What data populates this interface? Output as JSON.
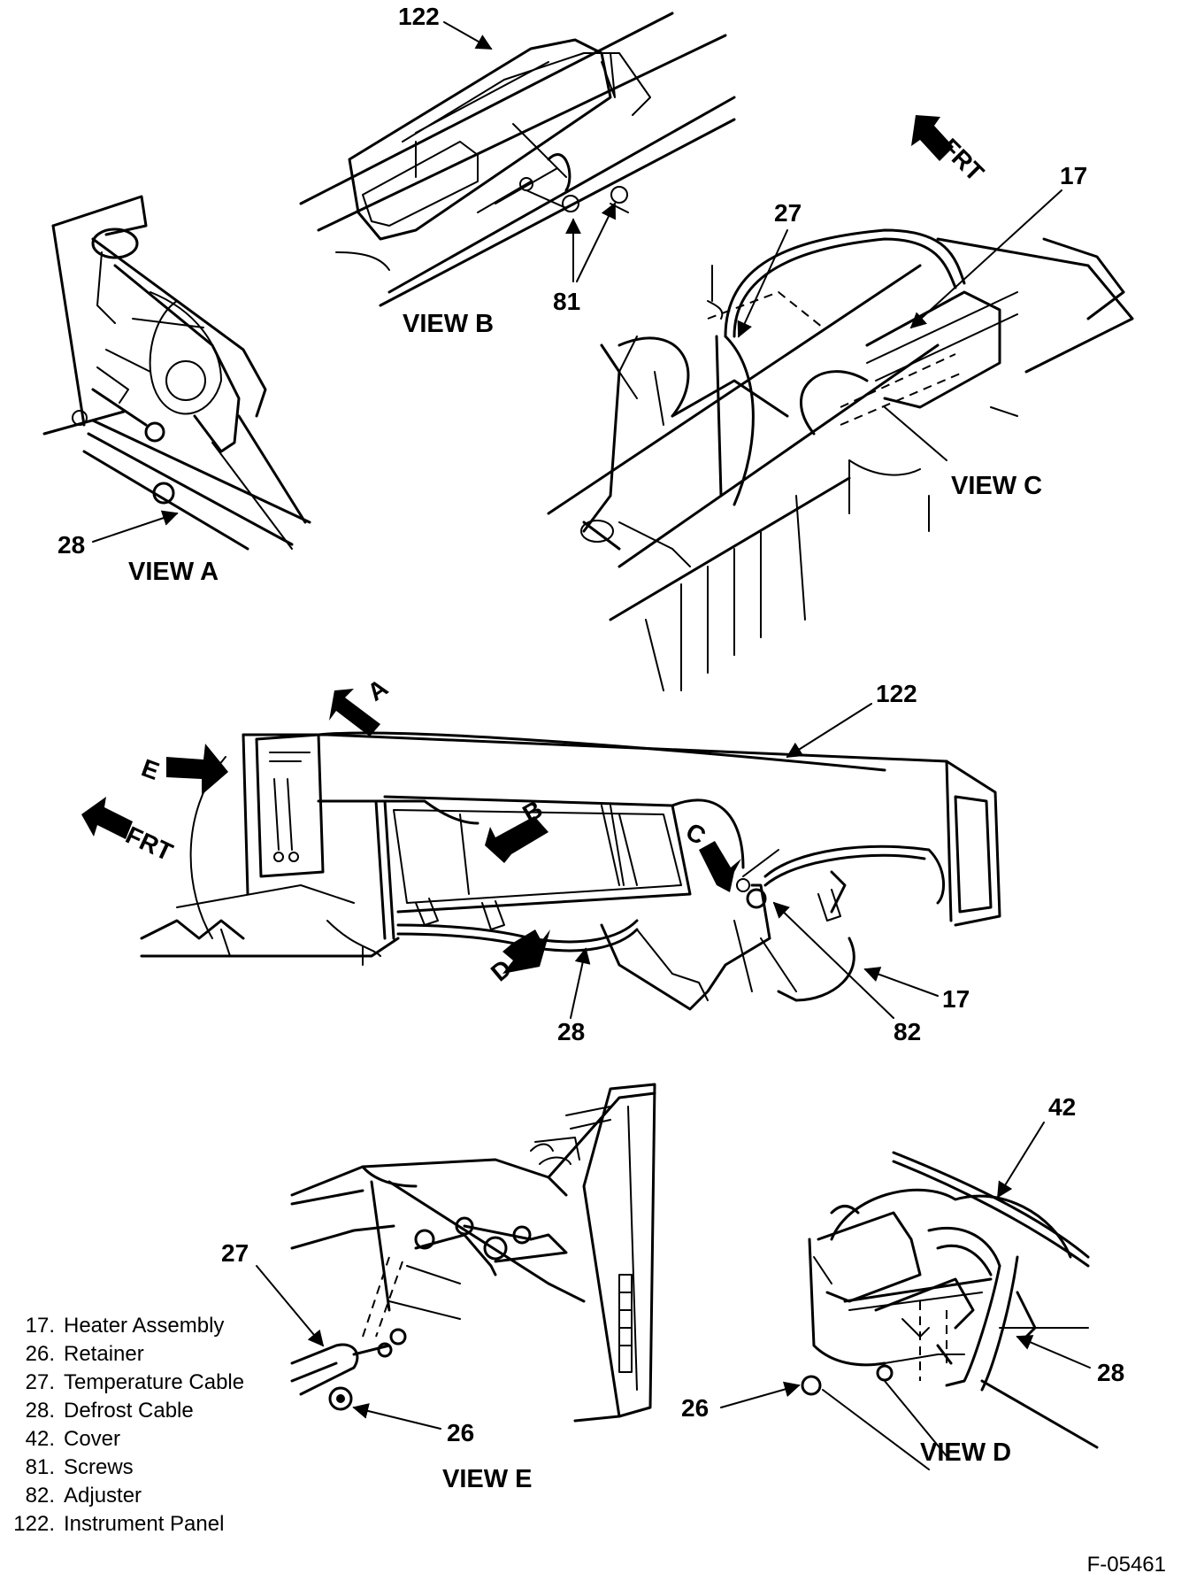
{
  "views": {
    "a": "VIEW A",
    "b": "VIEW B",
    "c": "VIEW C",
    "d": "VIEW D",
    "e": "VIEW E"
  },
  "callouts": {
    "b_122": "122",
    "b_81": "81",
    "c_17": "17",
    "c_27": "27",
    "c_frt": "FRT",
    "a_28": "28",
    "main_122": "122",
    "main_28": "28",
    "main_82": "82",
    "main_17": "17",
    "main_frt": "FRT",
    "arrow_a": "A",
    "arrow_b": "B",
    "arrow_c": "C",
    "arrow_d": "D",
    "arrow_e": "E",
    "e_27": "27",
    "e_26": "26",
    "d_42": "42",
    "d_26": "26",
    "d_28": "28"
  },
  "legend": [
    {
      "num": "17.",
      "label": "Heater Assembly"
    },
    {
      "num": "26.",
      "label": "Retainer"
    },
    {
      "num": "27.",
      "label": "Temperature Cable"
    },
    {
      "num": "28.",
      "label": "Defrost Cable"
    },
    {
      "num": "42.",
      "label": "Cover"
    },
    {
      "num": "81.",
      "label": "Screws"
    },
    {
      "num": "82.",
      "label": "Adjuster"
    },
    {
      "num": "122.",
      "label": "Instrument Panel"
    }
  ],
  "figure_id": "F-05461"
}
